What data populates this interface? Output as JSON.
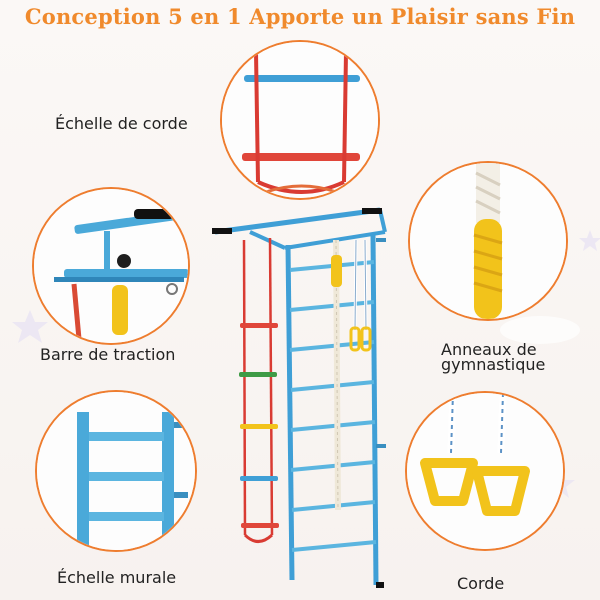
{
  "title": "Conception 5 en 1 Apporte un Plaisir sans Fin",
  "labels": {
    "echelle_de_corde": "Échelle de corde",
    "barre_de_traction": "Barre de traction",
    "echelle_murale": "Échelle murale",
    "anneaux_line1": "Anneaux de",
    "anneaux_line2": "gymnastique",
    "corde": "Corde"
  },
  "colors": {
    "title": "#f08a2c",
    "circle_border": "#ee7d2f",
    "frame_blue": "#4aa9d9",
    "rope_red": "#e0463a",
    "ring_yellow": "#f2c31b"
  }
}
